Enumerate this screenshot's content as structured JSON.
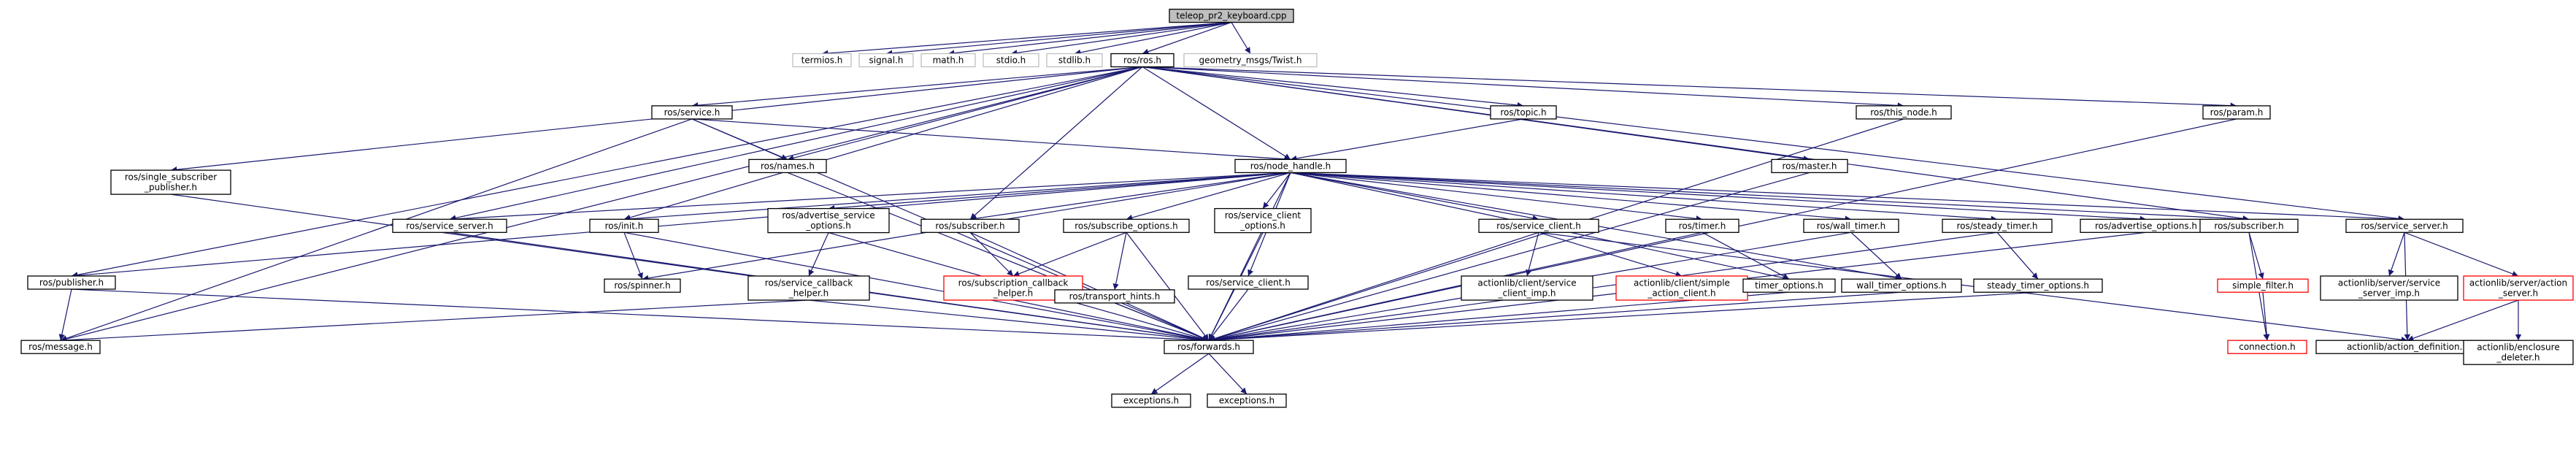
{
  "colors": {
    "edge": "#191970",
    "node_border": "#000000",
    "missing_border": "#bfbfbf",
    "error_border": "#ff0000",
    "root_fill": "#bfbfbf",
    "node_fill": "#ffffff",
    "text": "#000000"
  },
  "nodes": [
    {
      "id": "root",
      "lines": [
        "teleop_pr2_keyboard.cpp"
      ],
      "style": "root"
    },
    {
      "id": "termios",
      "lines": [
        "termios.h"
      ],
      "style": "missing"
    },
    {
      "id": "signal",
      "lines": [
        "signal.h"
      ],
      "style": "missing"
    },
    {
      "id": "math",
      "lines": [
        "math.h"
      ],
      "style": "missing"
    },
    {
      "id": "stdio",
      "lines": [
        "stdio.h"
      ],
      "style": "missing"
    },
    {
      "id": "stdlib",
      "lines": [
        "stdlib.h"
      ],
      "style": "missing"
    },
    {
      "id": "rosh",
      "lines": [
        "ros/ros.h"
      ],
      "style": "normal"
    },
    {
      "id": "twist",
      "lines": [
        "geometry_msgs/Twist.h"
      ],
      "style": "missing"
    },
    {
      "id": "service",
      "lines": [
        "ros/service.h"
      ],
      "style": "normal"
    },
    {
      "id": "topic",
      "lines": [
        "ros/topic.h"
      ],
      "style": "normal"
    },
    {
      "id": "this_node",
      "lines": [
        "ros/this_node.h"
      ],
      "style": "normal"
    },
    {
      "id": "param",
      "lines": [
        "ros/param.h"
      ],
      "style": "normal"
    },
    {
      "id": "single_sub",
      "lines": [
        "ros/single_subscriber",
        "_publisher.h"
      ],
      "style": "normal"
    },
    {
      "id": "names",
      "lines": [
        "ros/names.h"
      ],
      "style": "normal"
    },
    {
      "id": "node_handle",
      "lines": [
        "ros/node_handle.h"
      ],
      "style": "normal"
    },
    {
      "id": "master",
      "lines": [
        "ros/master.h"
      ],
      "style": "normal"
    },
    {
      "id": "service_server",
      "lines": [
        "ros/service_server.h"
      ],
      "style": "normal"
    },
    {
      "id": "init",
      "lines": [
        "ros/init.h"
      ],
      "style": "normal"
    },
    {
      "id": "adv_service",
      "lines": [
        "ros/advertise_service",
        "_options.h"
      ],
      "style": "normal"
    },
    {
      "id": "subscriber_mid",
      "lines": [
        "ros/subscriber.h"
      ],
      "style": "normal"
    },
    {
      "id": "subscribe_opts",
      "lines": [
        "ros/subscribe_options.h"
      ],
      "style": "normal"
    },
    {
      "id": "service_client_opts",
      "lines": [
        "ros/service_client",
        "_options.h"
      ],
      "style": "normal"
    },
    {
      "id": "service_client_mid",
      "lines": [
        "ros/service_client.h"
      ],
      "style": "normal"
    },
    {
      "id": "timer",
      "lines": [
        "ros/timer.h"
      ],
      "style": "normal"
    },
    {
      "id": "wall_timer",
      "lines": [
        "ros/wall_timer.h"
      ],
      "style": "normal"
    },
    {
      "id": "steady_timer",
      "lines": [
        "ros/steady_timer.h"
      ],
      "style": "normal"
    },
    {
      "id": "advertise_opts",
      "lines": [
        "ros/advertise_options.h"
      ],
      "style": "normal"
    },
    {
      "id": "subscriber_right",
      "lines": [
        "ros/subscriber.h"
      ],
      "style": "normal"
    },
    {
      "id": "service_server_right",
      "lines": [
        "ros/service_server.h"
      ],
      "style": "normal"
    },
    {
      "id": "publisher",
      "lines": [
        "ros/publisher.h"
      ],
      "style": "normal"
    },
    {
      "id": "spinner",
      "lines": [
        "ros/spinner.h"
      ],
      "style": "normal"
    },
    {
      "id": "service_cb",
      "lines": [
        "ros/service_callback",
        "_helper.h"
      ],
      "style": "normal"
    },
    {
      "id": "sub_cb",
      "lines": [
        "ros/subscription_callback",
        "_helper.h"
      ],
      "style": "error"
    },
    {
      "id": "transport",
      "lines": [
        "ros/transport_hints.h"
      ],
      "style": "normal"
    },
    {
      "id": "service_client_low",
      "lines": [
        "ros/service_client.h"
      ],
      "style": "normal"
    },
    {
      "id": "al_client_imp",
      "lines": [
        "actionlib/client/service",
        "_client_imp.h"
      ],
      "style": "normal"
    },
    {
      "id": "al_simple_client",
      "lines": [
        "actionlib/client/simple",
        "_action_client.h"
      ],
      "style": "error"
    },
    {
      "id": "timer_opts",
      "lines": [
        "timer_options.h"
      ],
      "style": "normal"
    },
    {
      "id": "wall_timer_opts",
      "lines": [
        "wall_timer_options.h"
      ],
      "style": "normal"
    },
    {
      "id": "steady_timer_opts",
      "lines": [
        "steady_timer_options.h"
      ],
      "style": "normal"
    },
    {
      "id": "simple_filter",
      "lines": [
        "simple_filter.h"
      ],
      "style": "error"
    },
    {
      "id": "al_server_imp",
      "lines": [
        "actionlib/server/service",
        "_server_imp.h"
      ],
      "style": "normal"
    },
    {
      "id": "al_action_server",
      "lines": [
        "actionlib/server/action",
        "_server.h"
      ],
      "style": "error"
    },
    {
      "id": "message",
      "lines": [
        "ros/message.h"
      ],
      "style": "normal"
    },
    {
      "id": "forwards",
      "lines": [
        "ros/forwards.h"
      ],
      "style": "normal"
    },
    {
      "id": "connection",
      "lines": [
        "connection.h"
      ],
      "style": "error"
    },
    {
      "id": "al_action_def",
      "lines": [
        "actionlib/action_definition.h"
      ],
      "style": "normal"
    },
    {
      "id": "al_enclosure",
      "lines": [
        "actionlib/enclosure",
        "_deleter.h"
      ],
      "style": "normal"
    },
    {
      "id": "exceptions1",
      "lines": [
        "exceptions.h"
      ],
      "style": "normal"
    },
    {
      "id": "exceptions2",
      "lines": [
        "exceptions.h"
      ],
      "style": "normal"
    }
  ],
  "edges": [
    [
      "root",
      "termios"
    ],
    [
      "root",
      "signal"
    ],
    [
      "root",
      "math"
    ],
    [
      "root",
      "stdio"
    ],
    [
      "root",
      "stdlib"
    ],
    [
      "root",
      "rosh"
    ],
    [
      "root",
      "twist"
    ],
    [
      "rosh",
      "service"
    ],
    [
      "rosh",
      "topic"
    ],
    [
      "rosh",
      "this_node"
    ],
    [
      "rosh",
      "param"
    ],
    [
      "rosh",
      "single_sub"
    ],
    [
      "rosh",
      "names"
    ],
    [
      "rosh",
      "node_handle"
    ],
    [
      "rosh",
      "master"
    ],
    [
      "rosh",
      "service_server"
    ],
    [
      "rosh",
      "init"
    ],
    [
      "rosh",
      "subscriber_mid"
    ],
    [
      "rosh",
      "subscriber_right"
    ],
    [
      "rosh",
      "service_server_right"
    ],
    [
      "rosh",
      "publisher"
    ],
    [
      "rosh",
      "message"
    ],
    [
      "service",
      "names"
    ],
    [
      "service",
      "node_handle"
    ],
    [
      "service",
      "forwards"
    ],
    [
      "service",
      "message"
    ],
    [
      "topic",
      "node_handle"
    ],
    [
      "this_node",
      "forwards"
    ],
    [
      "param",
      "forwards"
    ],
    [
      "master",
      "forwards"
    ],
    [
      "single_sub",
      "forwards"
    ],
    [
      "names",
      "forwards"
    ],
    [
      "node_handle",
      "service_server"
    ],
    [
      "node_handle",
      "init"
    ],
    [
      "node_handle",
      "adv_service"
    ],
    [
      "node_handle",
      "subscriber_mid"
    ],
    [
      "node_handle",
      "subscribe_opts"
    ],
    [
      "node_handle",
      "service_client_opts"
    ],
    [
      "node_handle",
      "service_client_mid"
    ],
    [
      "node_handle",
      "timer"
    ],
    [
      "node_handle",
      "wall_timer"
    ],
    [
      "node_handle",
      "steady_timer"
    ],
    [
      "node_handle",
      "advertise_opts"
    ],
    [
      "node_handle",
      "subscriber_right"
    ],
    [
      "node_handle",
      "service_server_right"
    ],
    [
      "node_handle",
      "publisher"
    ],
    [
      "node_handle",
      "spinner"
    ],
    [
      "node_handle",
      "service_client_low"
    ],
    [
      "node_handle",
      "timer_opts"
    ],
    [
      "node_handle",
      "wall_timer_opts"
    ],
    [
      "node_handle",
      "forwards"
    ],
    [
      "service_server",
      "forwards"
    ],
    [
      "init",
      "spinner"
    ],
    [
      "init",
      "forwards"
    ],
    [
      "adv_service",
      "service_cb"
    ],
    [
      "adv_service",
      "forwards"
    ],
    [
      "subscriber_mid",
      "sub_cb"
    ],
    [
      "subscriber_mid",
      "forwards"
    ],
    [
      "subscribe_opts",
      "sub_cb"
    ],
    [
      "subscribe_opts",
      "transport"
    ],
    [
      "subscribe_opts",
      "forwards"
    ],
    [
      "service_client_opts",
      "forwards"
    ],
    [
      "service_client_mid",
      "al_client_imp"
    ],
    [
      "service_client_mid",
      "al_simple_client"
    ],
    [
      "service_client_mid",
      "al_action_def"
    ],
    [
      "service_client_mid",
      "forwards"
    ],
    [
      "timer",
      "timer_opts"
    ],
    [
      "timer",
      "forwards"
    ],
    [
      "wall_timer",
      "wall_timer_opts"
    ],
    [
      "wall_timer",
      "forwards"
    ],
    [
      "steady_timer",
      "steady_timer_opts"
    ],
    [
      "steady_timer",
      "forwards"
    ],
    [
      "advertise_opts",
      "forwards"
    ],
    [
      "subscriber_right",
      "simple_filter"
    ],
    [
      "subscriber_right",
      "connection"
    ],
    [
      "service_server_right",
      "al_server_imp"
    ],
    [
      "service_server_right",
      "al_action_server"
    ],
    [
      "service_server_right",
      "al_action_def"
    ],
    [
      "publisher",
      "message"
    ],
    [
      "publisher",
      "forwards"
    ],
    [
      "service_cb",
      "message"
    ],
    [
      "service_cb",
      "forwards"
    ],
    [
      "sub_cb",
      "forwards"
    ],
    [
      "transport",
      "forwards"
    ],
    [
      "service_client_low",
      "forwards"
    ],
    [
      "timer_opts",
      "forwards"
    ],
    [
      "wall_timer_opts",
      "forwards"
    ],
    [
      "steady_timer_opts",
      "forwards"
    ],
    [
      "simple_filter",
      "connection"
    ],
    [
      "al_action_server",
      "al_action_def"
    ],
    [
      "al_action_server",
      "al_enclosure"
    ],
    [
      "forwards",
      "exceptions1"
    ],
    [
      "forwards",
      "exceptions2"
    ]
  ]
}
